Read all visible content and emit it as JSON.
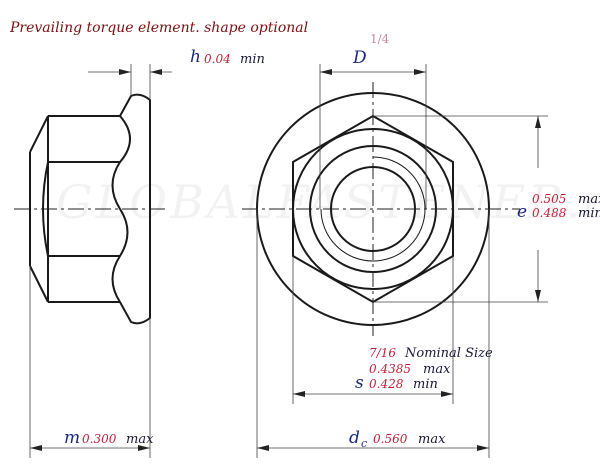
{
  "caption": "Prevailing torque element. shape optional",
  "watermark": "GLOBALFASTENER.com",
  "h": {
    "symbol": "h",
    "value": "0.04",
    "qualifier": "min"
  },
  "D": {
    "symbol": "D",
    "size": "1/4"
  },
  "e": {
    "symbol": "e",
    "max": "0.505",
    "max_label": "max",
    "min": "0.488",
    "min_label": "min"
  },
  "s": {
    "symbol": "s",
    "nominal": "7/16",
    "nominal_label": "Nominal Size",
    "max": "0.4385",
    "max_label": "max",
    "min": "0.428",
    "min_label": "min"
  },
  "m": {
    "symbol": "m",
    "value": "0.300",
    "qualifier": "max"
  },
  "dc": {
    "symbol": "d",
    "subscript": "c",
    "value": "0.560",
    "qualifier": "max"
  }
}
